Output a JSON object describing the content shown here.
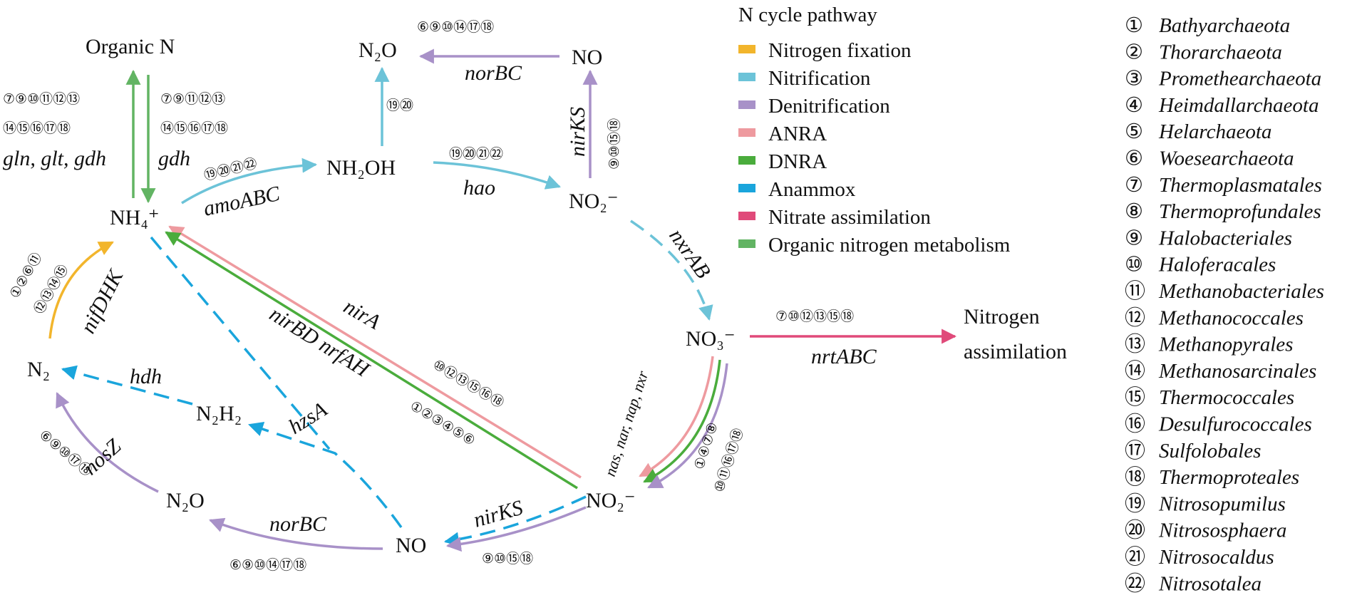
{
  "nodes": {
    "organic_n": "Organic N",
    "n2o_top": "N₂O",
    "no_top": "NO",
    "nh2oh": "NH₂OH",
    "nh4": "NH₄⁺",
    "no2_top": "NO₂⁻",
    "no3": "NO₃⁻",
    "nitrogen_assim_1": "Nitrogen",
    "nitrogen_assim_2": "assimilation",
    "n2": "N₂",
    "n2h2": "N₂H₂",
    "n2o_bottom": "N₂O",
    "no_bottom": "NO",
    "no2_bottom": "NO₂⁻"
  },
  "genes": {
    "norbc_top": "norBC",
    "nirks_top": "nirKS",
    "amoabc": "amoABC",
    "hao": "hao",
    "gln_glt_gdh": "gln, glt, gdh",
    "gdh": "gdh",
    "nifdhk": "nifDHK",
    "nxrab": "nxrAB",
    "nira": "nirA",
    "nirbd_nrfah": "nirBD nrfAH",
    "nrtabc": "nrtABC",
    "nas_nar": "nas, nar, nap, nxr",
    "hdh": "hdh",
    "hzsa": "hzsA",
    "nosz": "nosZ",
    "norbc_bottom": "norBC",
    "nirks_bottom": "nirKS"
  },
  "organism_labels": {
    "norbc_top": "⑥⑨⑩⑭⑰⑱",
    "nirks_top": "⑨⑩⑮⑱",
    "nh2oh_n2o": "⑲⑳",
    "amoabc": "⑲⑳㉑㉒",
    "hao": "⑲⑳㉑㉒",
    "org_left_1": "⑦⑨⑩⑪⑫⑬",
    "org_left_2": "⑭⑮⑯⑰⑱",
    "org_right_1": "⑦⑨⑪⑫⑬",
    "org_right_2": "⑭⑮⑯⑰⑱",
    "nif_1": "①②⑥⑪",
    "nif_2": "⑫⑬⑭⑮",
    "nira": "⑩⑫⑬⑮⑯⑱",
    "nirbd": "①②③④⑤⑥",
    "nrtabc": "⑦⑩⑫⑬⑮⑱",
    "nas_1": "①④⑦⑧",
    "nas_2": "⑩⑪⑯⑰⑱",
    "nosz": "⑥⑨⑩⑰⑱",
    "norbc_bottom": "⑥⑨⑩⑭⑰⑱",
    "nirks_bottom": "⑨⑩⑮⑱"
  },
  "legend": {
    "title": "N cycle pathway",
    "items": [
      {
        "label": "Nitrogen  fixation",
        "color": "#f2b52c"
      },
      {
        "label": "Nitrification",
        "color": "#6cc3d8"
      },
      {
        "label": "Denitrification",
        "color": "#a891c8"
      },
      {
        "label": "ANRA",
        "color": "#ee9a9f"
      },
      {
        "label": "DNRA",
        "color": "#4aac3c"
      },
      {
        "label": "Anammox",
        "color": "#1aa5dc"
      },
      {
        "label": "Nitrate assimilation",
        "color": "#e04a7a"
      },
      {
        "label": "Organic nitrogen metabolism",
        "color": "#62b463"
      }
    ]
  },
  "taxa": [
    {
      "num": "①",
      "name": "Bathyarchaeota"
    },
    {
      "num": "②",
      "name": "Thorarchaeota"
    },
    {
      "num": "③",
      "name": "Promethearchaeota"
    },
    {
      "num": "④",
      "name": "Heimdallarchaeota"
    },
    {
      "num": "⑤",
      "name": "Helarchaeota"
    },
    {
      "num": "⑥",
      "name": "Woesearchaeota"
    },
    {
      "num": "⑦",
      "name": "Thermoplasmatales"
    },
    {
      "num": "⑧",
      "name": "Thermoprofundales"
    },
    {
      "num": "⑨",
      "name": "Halobacteriales"
    },
    {
      "num": "⑩",
      "name": "Haloferacales"
    },
    {
      "num": "⑪",
      "name": "Methanobacteriales"
    },
    {
      "num": "⑫",
      "name": "Methanococcales"
    },
    {
      "num": "⑬",
      "name": "Methanopyrales"
    },
    {
      "num": "⑭",
      "name": "Methanosarcinales"
    },
    {
      "num": "⑮",
      "name": "Thermococcales"
    },
    {
      "num": "⑯",
      "name": "Desulfurococcales"
    },
    {
      "num": "⑰",
      "name": "Sulfolobales"
    },
    {
      "num": "⑱",
      "name": "Thermoproteales"
    },
    {
      "num": "⑲",
      "name": "Nitrosopumilus"
    },
    {
      "num": "⑳",
      "name": "Nitrososphaera"
    },
    {
      "num": "㉑",
      "name": "Nitrosocaldus"
    },
    {
      "num": "㉒",
      "name": "Nitrosotalea"
    }
  ]
}
